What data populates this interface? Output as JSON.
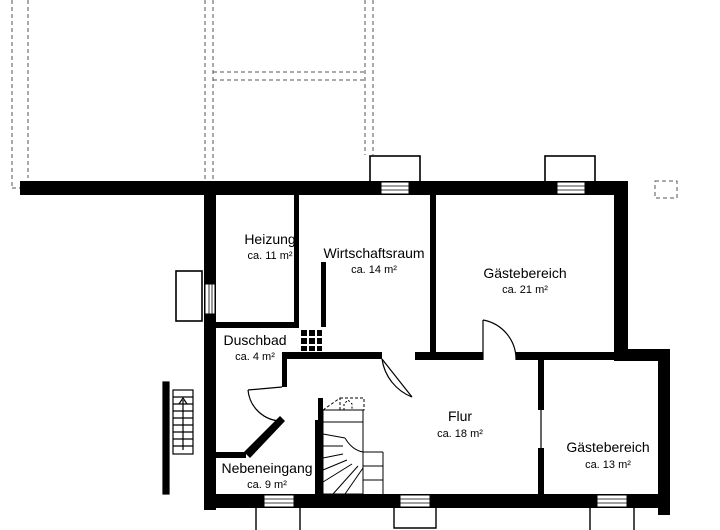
{
  "rooms": [
    {
      "name": "Heizung",
      "area": "ca. 11 m²"
    },
    {
      "name": "Wirtschaftsraum",
      "area": "ca. 14 m²"
    },
    {
      "name": "Gästebereich",
      "area": "ca. 21 m²"
    },
    {
      "name": "Duschbad",
      "area": "ca. 4 m²"
    },
    {
      "name": "Flur",
      "area": "ca. 18 m²"
    },
    {
      "name": "Gästebereich",
      "area": "ca. 13 m²"
    },
    {
      "name": "Nebeneingang",
      "area": "ca. 9 m²"
    }
  ],
  "colors": {
    "wall": "#000000",
    "background": "#ffffff",
    "dashed": "#555555"
  }
}
